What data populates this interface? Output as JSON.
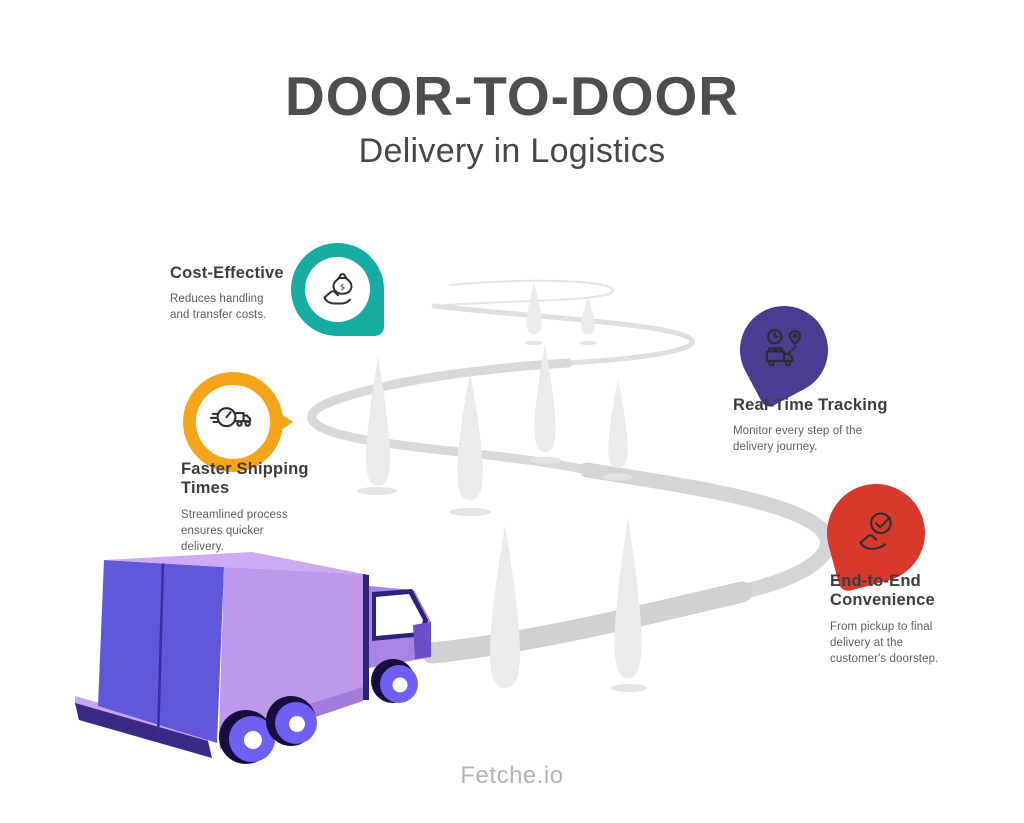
{
  "header": {
    "title": "DOOR-TO-DOOR",
    "subtitle": "Delivery in Logistics"
  },
  "features": [
    {
      "title": "Cost-Effective",
      "description": "Reduces handling and transfer costs.",
      "accent_color": "#16aca2",
      "icon": "money-bag-hand-icon",
      "pin_tip_direction": "bottom-right"
    },
    {
      "title": "Faster Shipping Times",
      "description": "Streamlined process ensures quicker delivery.",
      "accent_color": "#f7a41d",
      "icon": "speeding-truck-clock-icon",
      "pin_tip_direction": "right"
    },
    {
      "title": "Real-Time Tracking",
      "description": "Monitor every step of the delivery journey.",
      "accent_color": "#4a3c90",
      "icon": "truck-clock-location-pin-icon",
      "pin_tip_direction": "left"
    },
    {
      "title": "End-to-End Convenience",
      "description": "From pickup to final delivery at the customer's doorstep.",
      "accent_color": "#d7392d",
      "icon": "hand-checkmark-icon",
      "pin_tip_direction": "bottom-left"
    }
  ],
  "illustration": {
    "truck": "purple-delivery-truck",
    "road": "winding-perspective-road",
    "road_color": "#d2d2d2",
    "marker_color": "#ebebeb",
    "truck_colors": {
      "top": "#cea9f4",
      "side": "#be99eb",
      "doors": "#6058d8",
      "wheels": "#6e60f2",
      "dark": "#2e2277"
    }
  },
  "footer": {
    "brand": "Fetche.io"
  }
}
